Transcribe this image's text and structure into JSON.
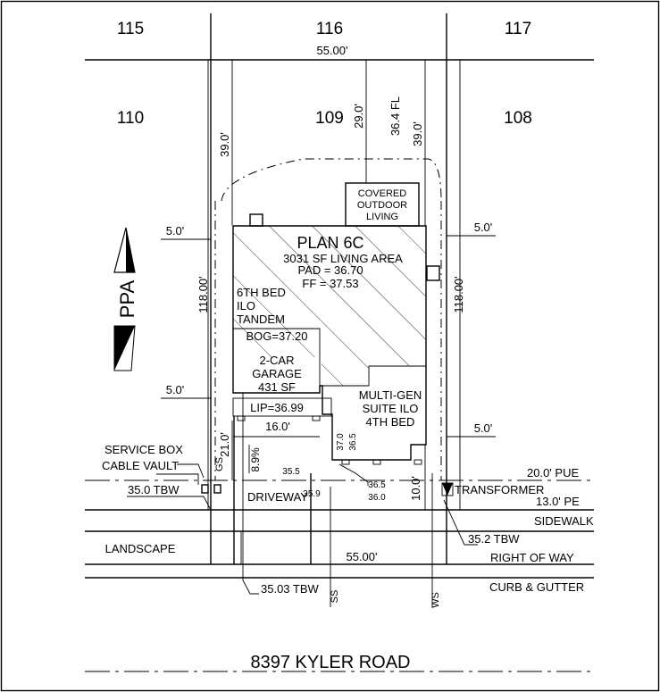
{
  "lots": {
    "lot_115": "115",
    "lot_116": "116",
    "lot_117": "117",
    "lot_110": "110",
    "lot_109": "109",
    "lot_108": "108"
  },
  "dims": {
    "top_width": "55.00'",
    "bottom_width": "55.00'",
    "rear_left": "39.0'",
    "rear_mid": "29.0'",
    "rear_right": "39.0'",
    "fl": "36.4 FL",
    "side_left": "118.00'",
    "side_right": "118.00'",
    "setback_upper_left": "5.0'",
    "setback_upper_right": "5.0'",
    "setback_lower_left": "5.0'",
    "setback_lower_right": "5.0'",
    "front_left": "21.0'",
    "front_right": "10.0'",
    "driveway_width": "16.0'",
    "slope": "8.9%"
  },
  "plan": {
    "name": "PLAN 6C",
    "living": "3031 SF LIVING AREA",
    "pad": "PAD = 36.70",
    "ff": "FF = 37.53",
    "bed6_1": "6TH BED",
    "bed6_2": "ILO",
    "bed6_3": "TANDEM",
    "bog": "BOG=37.20",
    "garage_1": "2-CAR",
    "garage_2": "GARAGE",
    "garage_3": "431 SF",
    "lip": "LIP=36.99",
    "mg_1": "MULTI-GEN",
    "mg_2": "SUITE ILO",
    "mg_3": "4TH BED",
    "covered_1": "COVERED",
    "covered_2": "OUTDOOR",
    "covered_3": "LIVING",
    "grade_370": "37.0",
    "grade_365": "36.5",
    "grade_355": "35.5",
    "grade_359": "35.9",
    "grade_365b": "36.5",
    "grade_360": "36.0"
  },
  "utilities": {
    "service_box": "SERVICE BOX",
    "cable_vault": "CABLE VAULT",
    "gs": "GS",
    "tbw_left": "35.0 TBW",
    "tbw_bottom": "35.03 TBW",
    "tbw_right": "35.2 TBW",
    "transformer": "TRANSFORMER",
    "pue": "20.0' PUE",
    "pe": "13.0' PE",
    "ss": "SS",
    "ws": "WS"
  },
  "street": {
    "driveway": "DRIVEWAY",
    "sidewalk": "SIDEWALK",
    "landscape": "LANDSCAPE",
    "row": "RIGHT OF WAY",
    "curb": "CURB & GUTTER",
    "road_name": "8397 KYLER ROAD"
  },
  "logo": {
    "text": "PPA"
  }
}
